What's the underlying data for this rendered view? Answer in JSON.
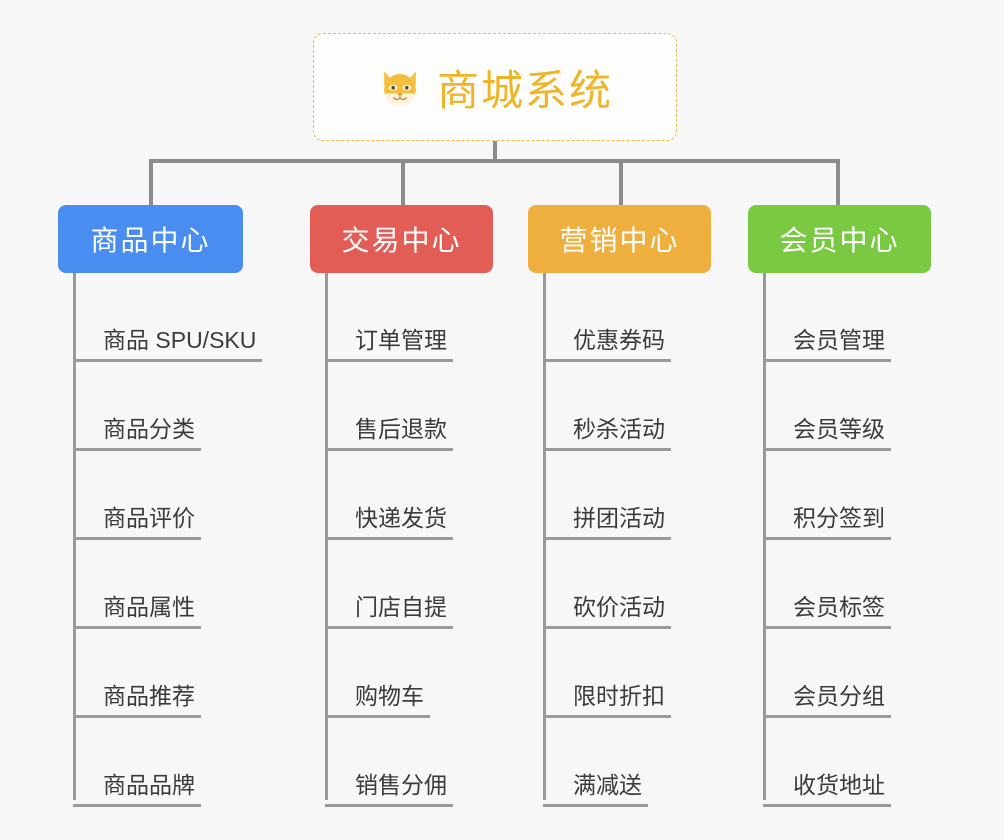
{
  "page": {
    "background_color": "#f7f7f7",
    "title": "商城系统 功能架构图"
  },
  "root": {
    "label": "商城系统",
    "icon": "shiba-dog-face-emoji",
    "text_color": "#f0b429",
    "border_color": "#e9b84a",
    "background_color": "#fdfdfc"
  },
  "connector": {
    "color": "#8c8c8c"
  },
  "branches": [
    {
      "label": "商品中心",
      "color": "#4a8df0",
      "items": [
        {
          "label": "商品 SPU/SKU"
        },
        {
          "label": "商品分类"
        },
        {
          "label": "商品评价"
        },
        {
          "label": "商品属性"
        },
        {
          "label": "商品推荐"
        },
        {
          "label": "商品品牌"
        }
      ]
    },
    {
      "label": "交易中心",
      "color": "#e35d57",
      "items": [
        {
          "label": "订单管理"
        },
        {
          "label": "售后退款"
        },
        {
          "label": "快递发货"
        },
        {
          "label": "门店自提"
        },
        {
          "label": "购物车"
        },
        {
          "label": "销售分佣"
        }
      ]
    },
    {
      "label": "营销中心",
      "color": "#eeaf3f",
      "items": [
        {
          "label": "优惠券码"
        },
        {
          "label": "秒杀活动"
        },
        {
          "label": "拼团活动"
        },
        {
          "label": "砍价活动"
        },
        {
          "label": "限时折扣"
        },
        {
          "label": "满减送"
        }
      ]
    },
    {
      "label": "会员中心",
      "color": "#7ac943",
      "items": [
        {
          "label": "会员管理"
        },
        {
          "label": "会员等级"
        },
        {
          "label": "积分签到"
        },
        {
          "label": "会员标签"
        },
        {
          "label": "会员分组"
        },
        {
          "label": "收货地址"
        }
      ]
    }
  ]
}
